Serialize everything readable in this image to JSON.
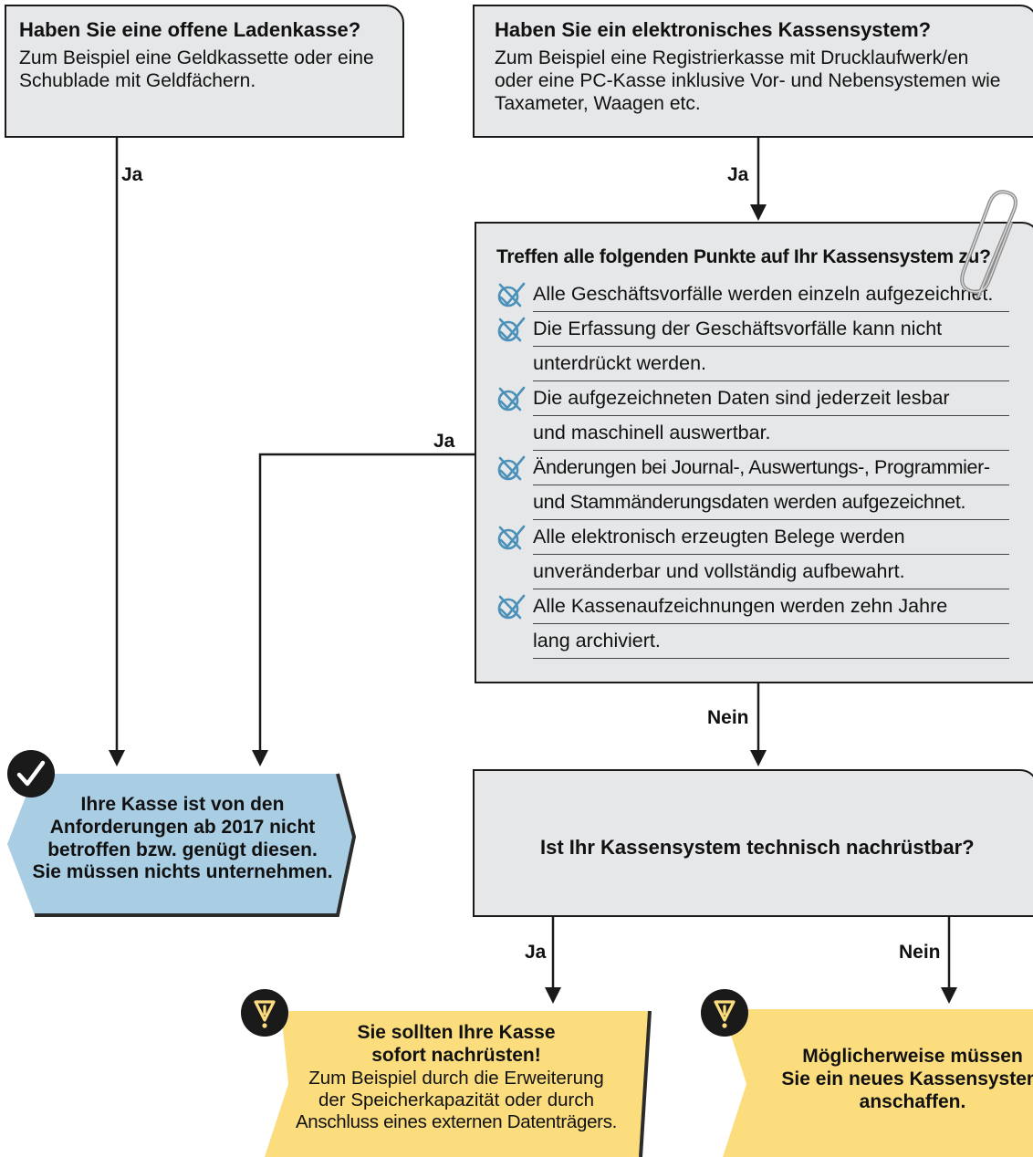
{
  "q_open": {
    "title": "Haben Sie eine offene Ladenkasse?",
    "text": "Zum Beispiel eine Geldkassette oder eine\nSchublade mit Geldfächern."
  },
  "q_electronic": {
    "title": "Haben Sie ein elektronisches Kassensystem?",
    "text": "Zum Beispiel eine Registrierkasse mit Drucklaufwerk/en\noder eine PC-Kasse inklusive Vor- und Nebensystemen wie\nTaxameter, Waagen etc."
  },
  "q_criteria": {
    "title": "Treffen alle folgenden Punkte auf Ihr Kassensystem zu?",
    "items": [
      [
        "Alle Geschäftsvorfälle werden einzeln aufgezeichnet."
      ],
      [
        "Die Erfassung der Geschäftsvorfälle kann nicht",
        "unterdrückt werden."
      ],
      [
        "Die aufgezeichneten Daten sind jederzeit lesbar",
        "und maschinell auswertbar."
      ],
      [
        "Änderungen bei Journal-, Auswertungs-, Programmier-",
        "und Stammänderungsdaten werden aufgezeichnet."
      ],
      [
        "Alle elektronisch erzeugten Belege werden",
        "unveränderbar und vollständig aufbewahrt."
      ],
      [
        "Alle Kassenaufzeichnungen werden zehn Jahre",
        "lang archiviert."
      ]
    ]
  },
  "q_upgrade": {
    "title": "Ist Ihr Kassensystem technisch nachrüstbar?"
  },
  "outcome_ok": {
    "lines": [
      "Ihre Kasse ist von den",
      "Anforderungen ab 2017 nicht",
      "betroffen bzw. genügt diesen.",
      "Sie müssen nichts unternehmen."
    ]
  },
  "outcome_upgrade": {
    "title_lines": [
      "Sie sollten Ihre Kasse",
      "sofort nachrüsten!"
    ],
    "text_lines": [
      "Zum Beispiel durch die Erweiterung",
      "der Speicherkapazität oder durch",
      "Anschluss eines externen Datenträgers."
    ]
  },
  "outcome_new": {
    "lines": [
      "Möglicherweise müssen",
      "Sie ein neues Kassensystem",
      "anschaffen."
    ]
  },
  "edge_labels": {
    "open_yes": "Ja",
    "electronic_yes": "Ja",
    "criteria_yes": "Ja",
    "criteria_no": "Nein",
    "upgrade_yes": "Ja",
    "upgrade_no": "Nein"
  },
  "colors": {
    "box_fill": "#e6e7e8",
    "ok_fill": "#a9cde3",
    "warn_fill": "#fbdd7e",
    "check_color": "#4a90b8",
    "line_color": "#1a1a1a"
  }
}
